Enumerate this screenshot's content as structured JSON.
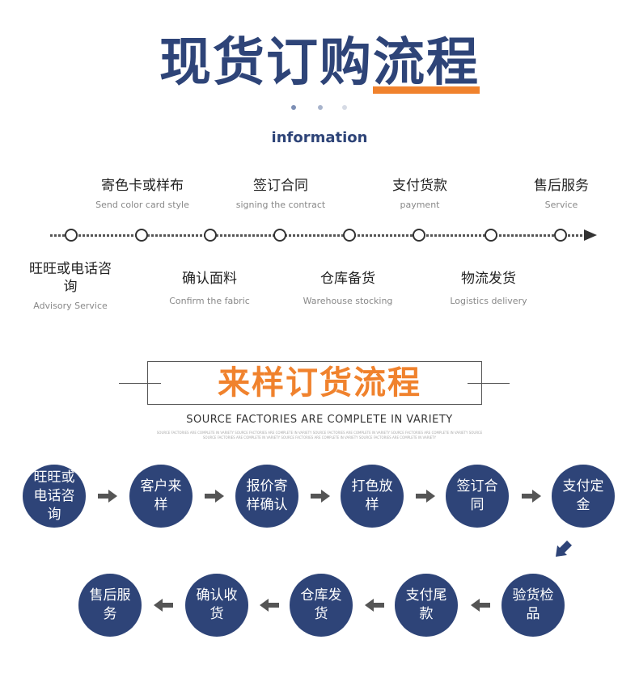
{
  "header": {
    "title_part1": "现货订购",
    "title_part2": "流程",
    "dots": [
      "#7d8fb5",
      "#a8b4cc",
      "#d6dbe5"
    ],
    "info_label": "information"
  },
  "timeline": {
    "steps_top": [
      {
        "cn": "寄色卡或样布",
        "en": "Send color card style"
      },
      {
        "cn": "签订合同",
        "en": "signing the contract"
      },
      {
        "cn": "支付货款",
        "en": "payment"
      },
      {
        "cn": "售后服务",
        "en": "Service"
      }
    ],
    "steps_bottom": [
      {
        "cn": "旺旺或电话咨询",
        "en": "Advisory Service"
      },
      {
        "cn": "确认面料",
        "en": "Confirm the fabric"
      },
      {
        "cn": "仓库备货",
        "en": "Warehouse stocking"
      },
      {
        "cn": "物流发货",
        "en": "Logistics delivery"
      }
    ]
  },
  "section2": {
    "title": "来样订货流程",
    "subtitle": "SOURCE FACTORIES ARE COMPLETE IN VARIETY",
    "fine_print_1": "SOURCE FACTORIES ARE COMPLETE IN VARIETY SOURCE FACTORIES ARE COMPLETE IN VARIETY SOURCE FACTORIES ARE COMPLETE IN VARIETY SOURCE FACTORIES ARE COMPLETE IN VARIETY SOURCE",
    "fine_print_2": "SOURCE FACTORIES ARE COMPLETE IN VARIETY SOURCE FACTORIES ARE COMPLETE IN VARIETY SOURCE FACTORIES ARE COMPLETE IN VARIETY",
    "row1": [
      "旺旺或电话咨询",
      "客户来样",
      "报价寄样确认",
      "打色放样",
      "签订合同",
      "支付定金"
    ],
    "row2": [
      "售后服务",
      "确认收货",
      "仓库发货",
      "支付尾款",
      "验货检品"
    ]
  },
  "colors": {
    "navy": "#2e4478",
    "orange": "#f0822d",
    "arrow_gray": "#555555"
  }
}
